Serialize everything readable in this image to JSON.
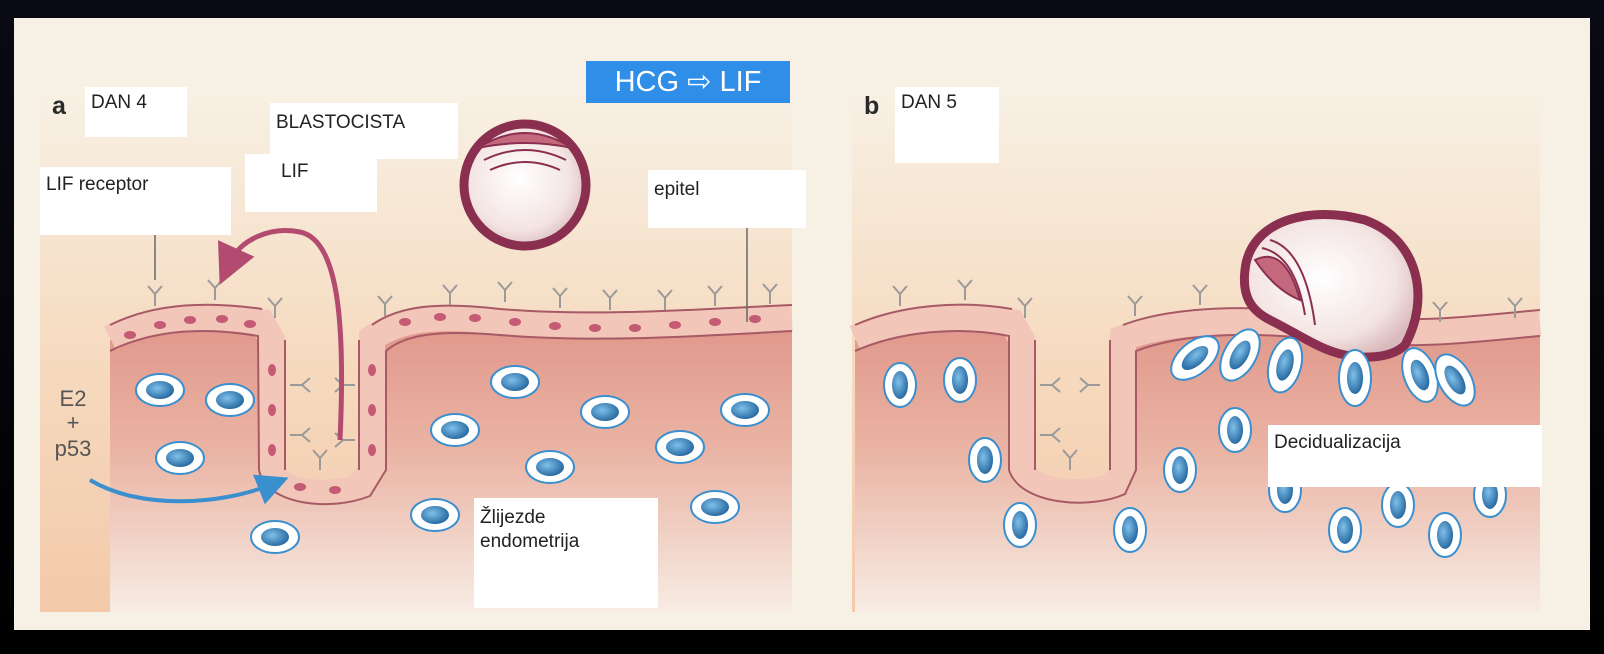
{
  "banner": {
    "text": "HCG ⇨  LIF"
  },
  "panel_a": {
    "letter": "a",
    "day": "DAN 4",
    "blastocyst": "BLASTOCISTA",
    "lif": "LIF",
    "lif_receptor": "LIF receptor",
    "epithelium": "epitel",
    "glands": "Žlijezde\nendometrija",
    "e2": "E2",
    "plus": "+",
    "p53": "p53"
  },
  "panel_b": {
    "letter": "b",
    "day": "DAN 5",
    "decidualization": "Decidualizacija"
  },
  "colors": {
    "background": "#f7f1e5",
    "tissue": "#e8a894",
    "epithelial_cell": "#f2c6b8",
    "cell_outline": "#a75a66",
    "blastocyst": "#8a2f4f",
    "nucleus": "#2a76b3",
    "arrow_lif": "#b24b6f",
    "arrow_e2": "#3a8fcf",
    "banner": "#2f8ee8"
  }
}
